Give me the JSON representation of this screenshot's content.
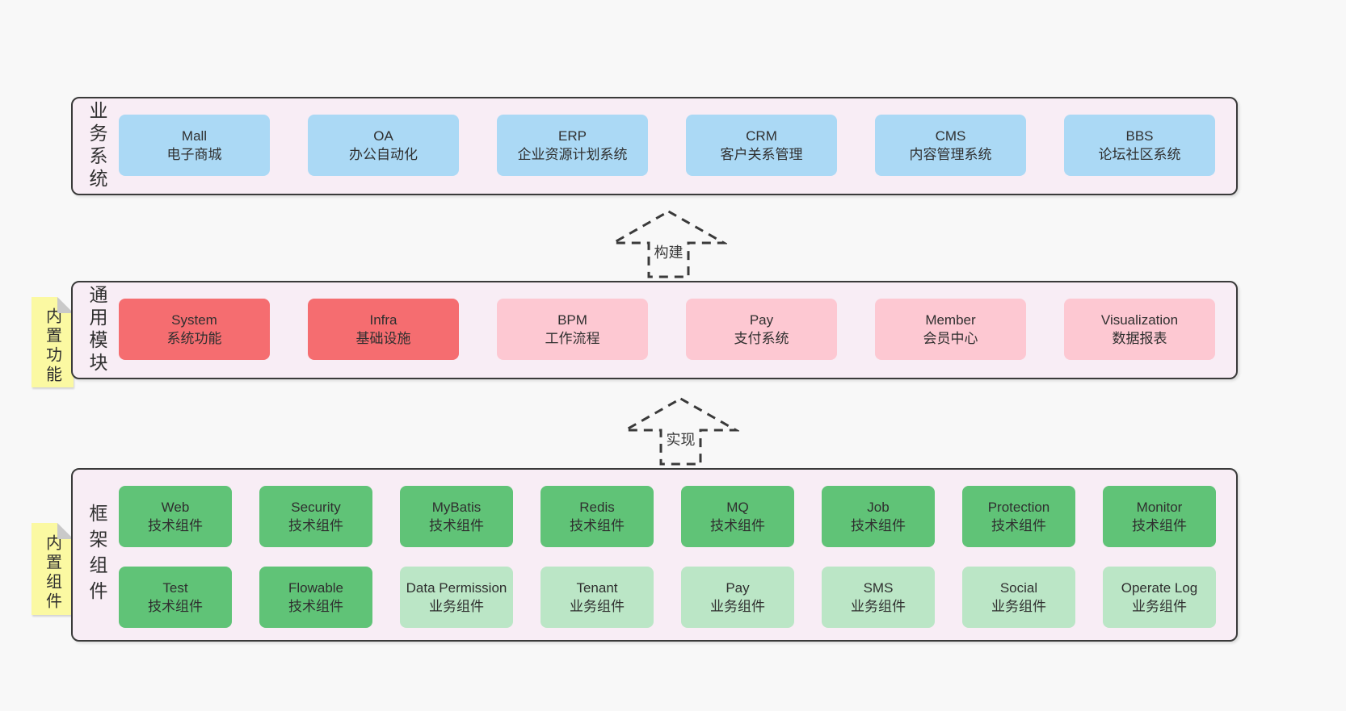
{
  "palette": {
    "page_bg": "#f8f8f8",
    "container_bg": "#f8edf5",
    "container_border": "#3a3a3a",
    "blue": "#abd9f5",
    "red": "#f56d70",
    "pink": "#fdc8d2",
    "green": "#60c377",
    "light_green": "#bbe6c6",
    "note_yellow": "#fbf9a2",
    "text": "#2f2f2f"
  },
  "arrows": [
    {
      "label": "构建"
    },
    {
      "label": "实现"
    }
  ],
  "layers": [
    {
      "label": "业务系统",
      "rows": [
        [
          {
            "en": "Mall",
            "zh": "电子商城"
          },
          {
            "en": "OA",
            "zh": "办公自动化"
          },
          {
            "en": "ERP",
            "zh": "企业资源计划系统"
          },
          {
            "en": "CRM",
            "zh": "客户关系管理"
          },
          {
            "en": "CMS",
            "zh": "内容管理系统"
          },
          {
            "en": "BBS",
            "zh": "论坛社区系统"
          }
        ]
      ]
    },
    {
      "label": "通用模块",
      "note": "内置功能",
      "rows": [
        [
          {
            "en": "System",
            "zh": "系统功能"
          },
          {
            "en": "Infra",
            "zh": "基础设施"
          },
          {
            "en": "BPM",
            "zh": "工作流程"
          },
          {
            "en": "Pay",
            "zh": "支付系统"
          },
          {
            "en": "Member",
            "zh": "会员中心"
          },
          {
            "en": "Visualization",
            "zh": "数据报表"
          }
        ]
      ]
    },
    {
      "label": "框架组件",
      "note": "内置组件",
      "rows": [
        [
          {
            "en": "Web",
            "zh": "技术组件"
          },
          {
            "en": "Security",
            "zh": "技术组件"
          },
          {
            "en": "MyBatis",
            "zh": "技术组件"
          },
          {
            "en": "Redis",
            "zh": "技术组件"
          },
          {
            "en": "MQ",
            "zh": "技术组件"
          },
          {
            "en": "Job",
            "zh": "技术组件"
          },
          {
            "en": "Protection",
            "zh": "技术组件"
          },
          {
            "en": "Monitor",
            "zh": "技术组件"
          }
        ],
        [
          {
            "en": "Test",
            "zh": "技术组件"
          },
          {
            "en": "Flowable",
            "zh": "技术组件"
          },
          {
            "en": "Data Permission",
            "zh": "业务组件"
          },
          {
            "en": "Tenant",
            "zh": "业务组件"
          },
          {
            "en": "Pay",
            "zh": "业务组件"
          },
          {
            "en": "SMS",
            "zh": "业务组件"
          },
          {
            "en": "Social",
            "zh": "业务组件"
          },
          {
            "en": "Operate Log",
            "zh": "业务组件"
          }
        ]
      ]
    }
  ]
}
